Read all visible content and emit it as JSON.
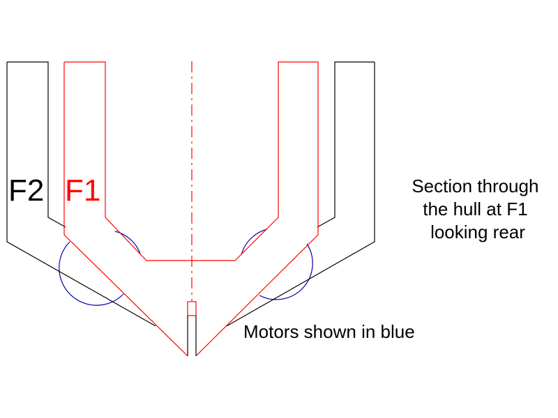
{
  "labels": {
    "f2": "F2",
    "f1": "F1",
    "section_note": [
      "Section through",
      "the hull at F1",
      "looking rear"
    ],
    "motors_note": "Motors shown in blue"
  },
  "colors": {
    "f2_frame": "#000000",
    "f1_frame": "#ff0000",
    "motors": "#0000a0",
    "centerline": "#ff0000",
    "background": "#ffffff"
  }
}
